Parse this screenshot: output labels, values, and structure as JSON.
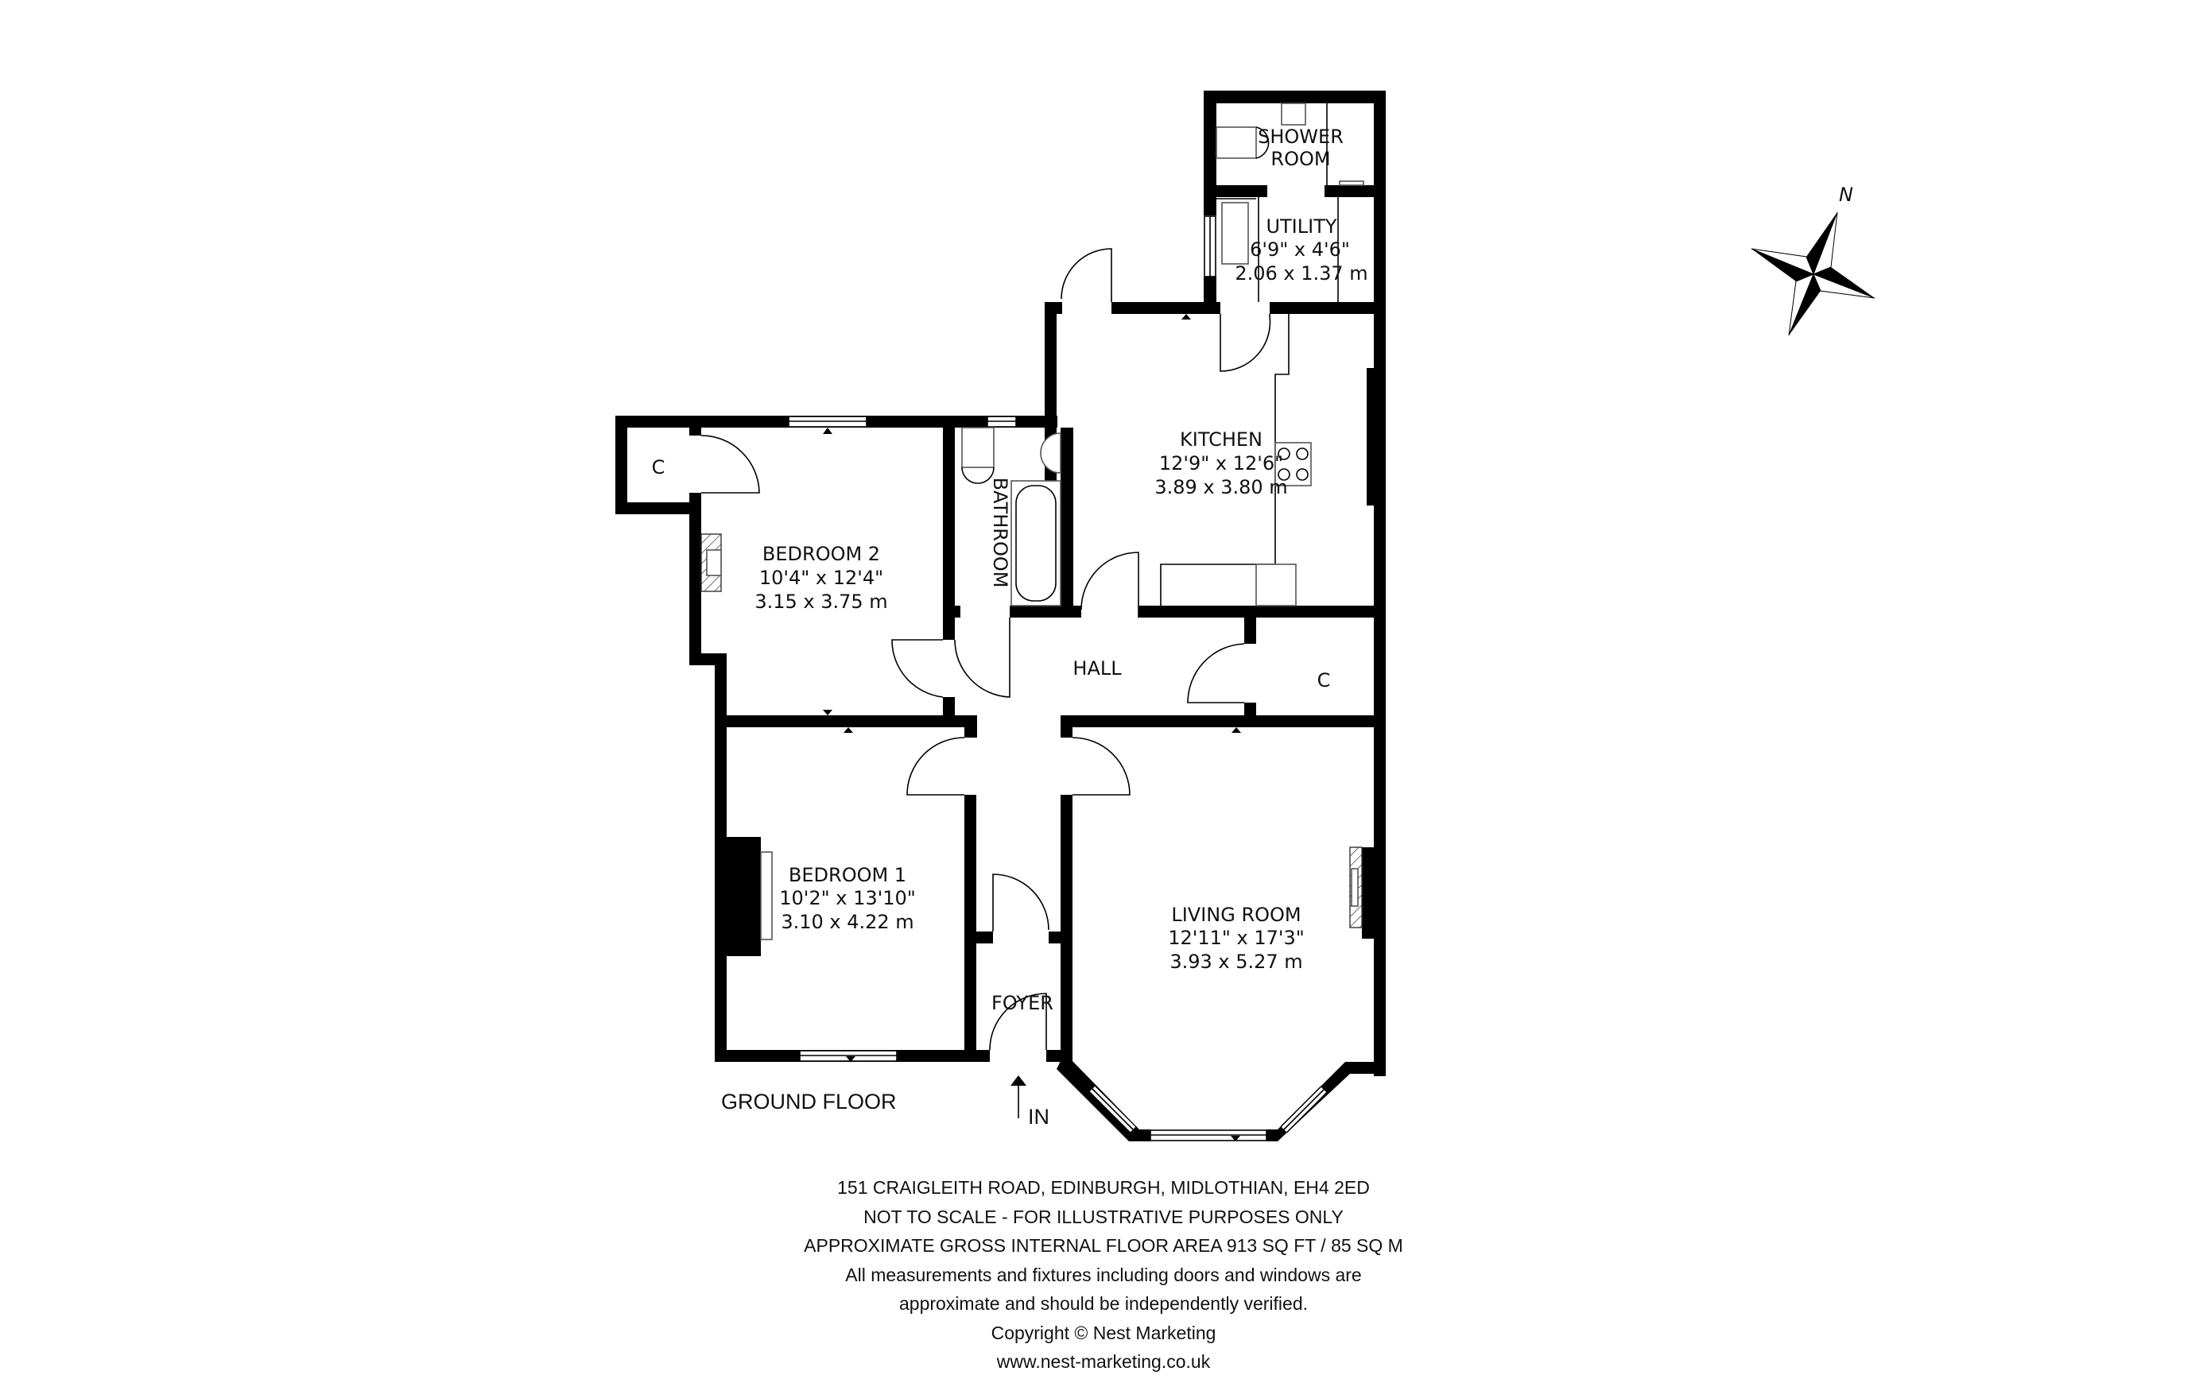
{
  "floor_label": "GROUND FLOOR",
  "entrance_label": "IN",
  "compass": {
    "north_label": "N",
    "rotation_deg": 22
  },
  "rooms": {
    "shower_room": {
      "name_line1": "SHOWER",
      "name_line2": "ROOM"
    },
    "utility": {
      "name": "UTILITY",
      "imperial": "6'9\" x 4'6\"",
      "metric": "2.06 x 1.37 m"
    },
    "kitchen": {
      "name": "KITCHEN",
      "imperial": "12'9\" x 12'6\"",
      "metric": "3.89 x 3.80 m"
    },
    "bathroom": {
      "name": "BATHROOM"
    },
    "bedroom_2": {
      "name": "BEDROOM 2",
      "imperial": "10'4\" x 12'4\"",
      "metric": "3.15 x 3.75 m"
    },
    "cupboard_bedroom2": {
      "name": "C"
    },
    "hall": {
      "name": "HALL"
    },
    "cupboard_hall": {
      "name": "C"
    },
    "bedroom_1": {
      "name": "BEDROOM 1",
      "imperial": "10'2\" x 13'10\"",
      "metric": "3.10 x 4.22 m"
    },
    "foyer": {
      "name": "FOYER"
    },
    "living_room": {
      "name": "LIVING ROOM",
      "imperial": "12'11\" x 17'3\"",
      "metric": "3.93 x 5.27 m"
    }
  },
  "footer": {
    "address": "151 CRAIGLEITH ROAD, EDINBURGH, MIDLOTHIAN, EH4 2ED",
    "scale_note": "NOT TO SCALE - FOR ILLUSTRATIVE PURPOSES ONLY",
    "area": "APPROXIMATE GROSS INTERNAL FLOOR AREA 913 SQ FT / 85 SQ M",
    "disclaimer_line1": "All measurements and fixtures including doors and windows are",
    "disclaimer_line2": "approximate and should be independently verified.",
    "copyright": "Copyright © Nest Marketing",
    "website": "www.nest-marketing.co.uk"
  }
}
